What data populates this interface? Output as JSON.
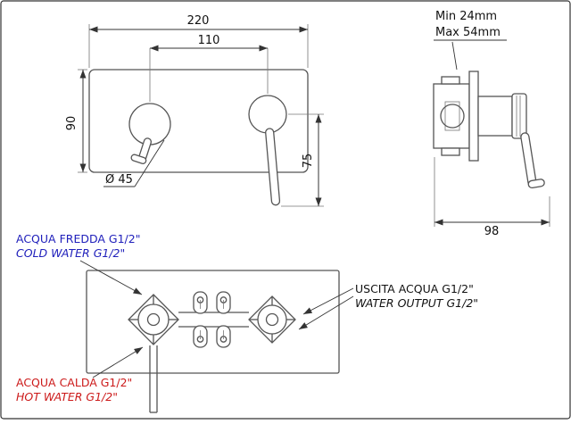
{
  "drawing": {
    "front": {
      "width": "220",
      "centers": "110",
      "height": "90",
      "knob_diameter": "Ø 45",
      "lever_length": "75"
    },
    "side": {
      "min_depth": "Min 24mm",
      "max_depth": "Max 54mm",
      "depth": "98"
    },
    "rear": {
      "cold_it": "ACQUA FREDDA G1/2\"",
      "cold_en": "COLD WATER G1/2\"",
      "hot_it": "ACQUA CALDA G1/2\"",
      "hot_en": "HOT WATER G1/2\"",
      "output_it": "USCITA ACQUA G1/2\"",
      "output_en": "WATER OUTPUT G1/2\""
    }
  },
  "colors": {
    "line": "#555555",
    "dimension": "#333333",
    "cold": "#2020bb",
    "hot": "#cc1a1a",
    "output": "#111111"
  }
}
